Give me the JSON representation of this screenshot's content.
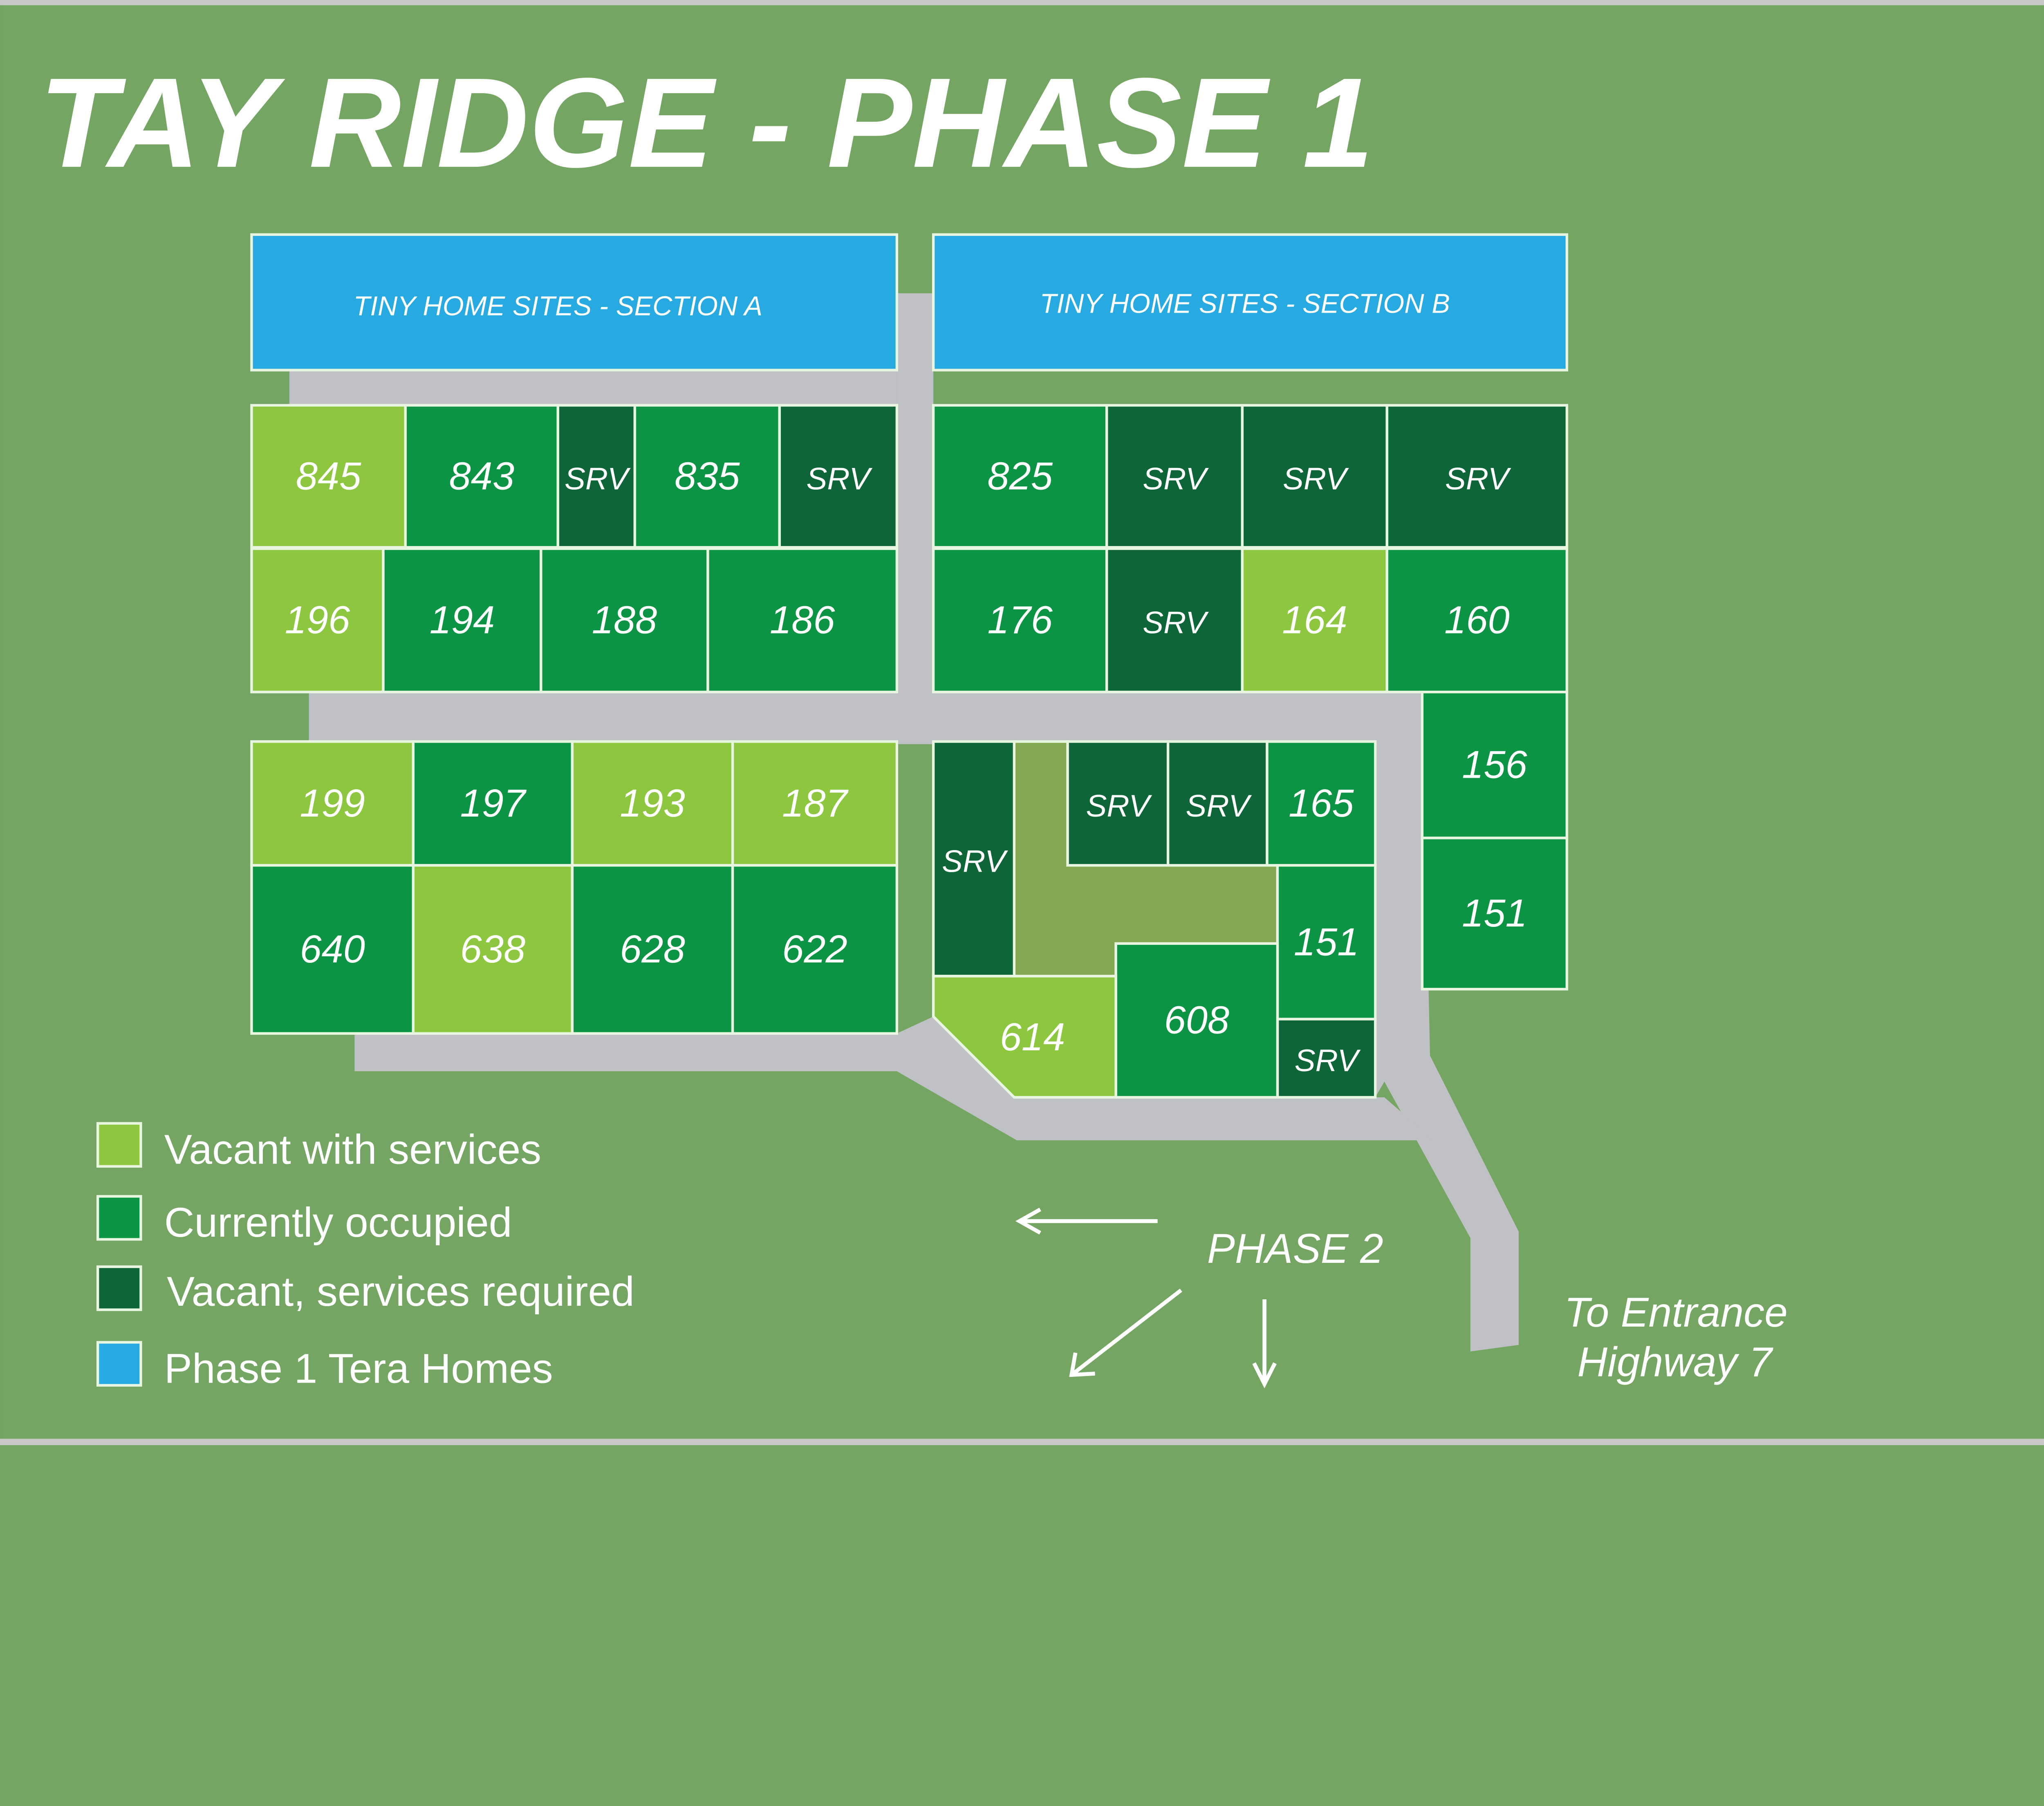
{
  "title": "TAY RIDGE - PHASE 1",
  "sections": {
    "a": "TINY HOME SITES - SECTION A",
    "b": "TINY HOME SITES - SECTION B"
  },
  "status_colors": {
    "vacant_services": "#8dc63f",
    "occupied": "#0b9444",
    "vacant_required": "#0e6638",
    "tera": "#27a9e1",
    "park": "#84a752",
    "road": "#c0c1c4",
    "background": "#74a563"
  },
  "lots": [
    {
      "label": "845",
      "status": "vacant_services"
    },
    {
      "label": "843",
      "status": "occupied"
    },
    {
      "label": "SRV",
      "status": "vacant_required"
    },
    {
      "label": "835",
      "status": "occupied"
    },
    {
      "label": "SRV",
      "status": "vacant_required"
    },
    {
      "label": "196",
      "status": "vacant_services"
    },
    {
      "label": "194",
      "status": "occupied"
    },
    {
      "label": "188",
      "status": "occupied"
    },
    {
      "label": "186",
      "status": "occupied"
    },
    {
      "label": "825",
      "status": "occupied"
    },
    {
      "label": "SRV",
      "status": "vacant_required"
    },
    {
      "label": "SRV",
      "status": "vacant_required"
    },
    {
      "label": "SRV",
      "status": "vacant_required"
    },
    {
      "label": "176",
      "status": "occupied"
    },
    {
      "label": "SRV",
      "status": "vacant_required"
    },
    {
      "label": "164",
      "status": "vacant_services"
    },
    {
      "label": "160",
      "status": "occupied"
    },
    {
      "label": "156",
      "status": "occupied"
    },
    {
      "label": "151",
      "status": "occupied"
    },
    {
      "label": "199",
      "status": "vacant_services"
    },
    {
      "label": "197",
      "status": "occupied"
    },
    {
      "label": "193",
      "status": "vacant_services"
    },
    {
      "label": "187",
      "status": "vacant_services"
    },
    {
      "label": "640",
      "status": "occupied"
    },
    {
      "label": "638",
      "status": "vacant_services"
    },
    {
      "label": "628",
      "status": "occupied"
    },
    {
      "label": "622",
      "status": "occupied"
    },
    {
      "label": "SRV",
      "status": "vacant_required"
    },
    {
      "label": "SRV",
      "status": "vacant_required"
    },
    {
      "label": "SRV",
      "status": "vacant_required"
    },
    {
      "label": "165",
      "status": "occupied"
    },
    {
      "label": "151",
      "status": "occupied"
    },
    {
      "label": "SRV",
      "status": "vacant_required"
    },
    {
      "label": "608",
      "status": "occupied"
    },
    {
      "label": "614",
      "status": "vacant_services"
    }
  ],
  "legend": [
    {
      "label": "Vacant with services",
      "status": "vacant_services"
    },
    {
      "label": "Currently occupied",
      "status": "occupied"
    },
    {
      "label": "Vacant, services required",
      "status": "vacant_required"
    },
    {
      "label": "Phase 1 Tera Homes",
      "status": "tera"
    }
  ],
  "directions": {
    "phase2": "PHASE 2",
    "entrance_line1": "To Entrance",
    "entrance_line2": "Highway 7"
  }
}
